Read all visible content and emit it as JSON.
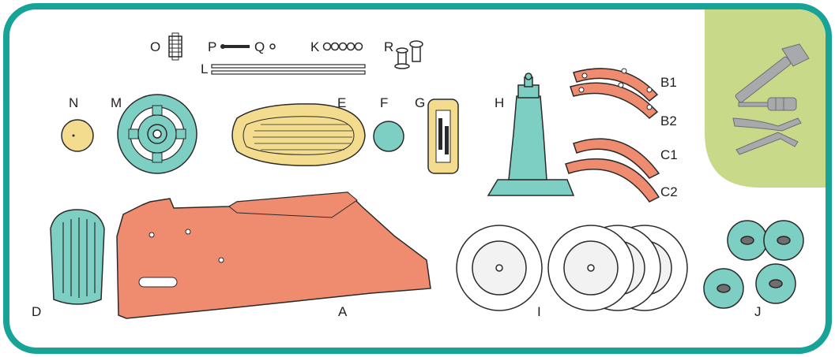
{
  "colors": {
    "frame": "#17a395",
    "tools_panel": "#c9d98a",
    "teal_part": "#7ecfc3",
    "salmon_part": "#ef8c70",
    "yellow_part": "#f4dc8e",
    "outline": "#2a2a2a",
    "tool_gray": "#a7a9ac"
  },
  "tools_icons": [
    "hammer-icon",
    "screwdriver-icon",
    "pliers-icon"
  ],
  "labels": {
    "O": "O",
    "P": "P",
    "Q": "Q",
    "K": "K",
    "R": "R",
    "L": "L",
    "N": "N",
    "M": "M",
    "E": "E",
    "F": "F",
    "G": "G",
    "H": "H",
    "B1": "B1",
    "B2": "B2",
    "C1": "C1",
    "C2": "C2",
    "D": "D",
    "A": "A",
    "I": "I",
    "J": "J"
  }
}
